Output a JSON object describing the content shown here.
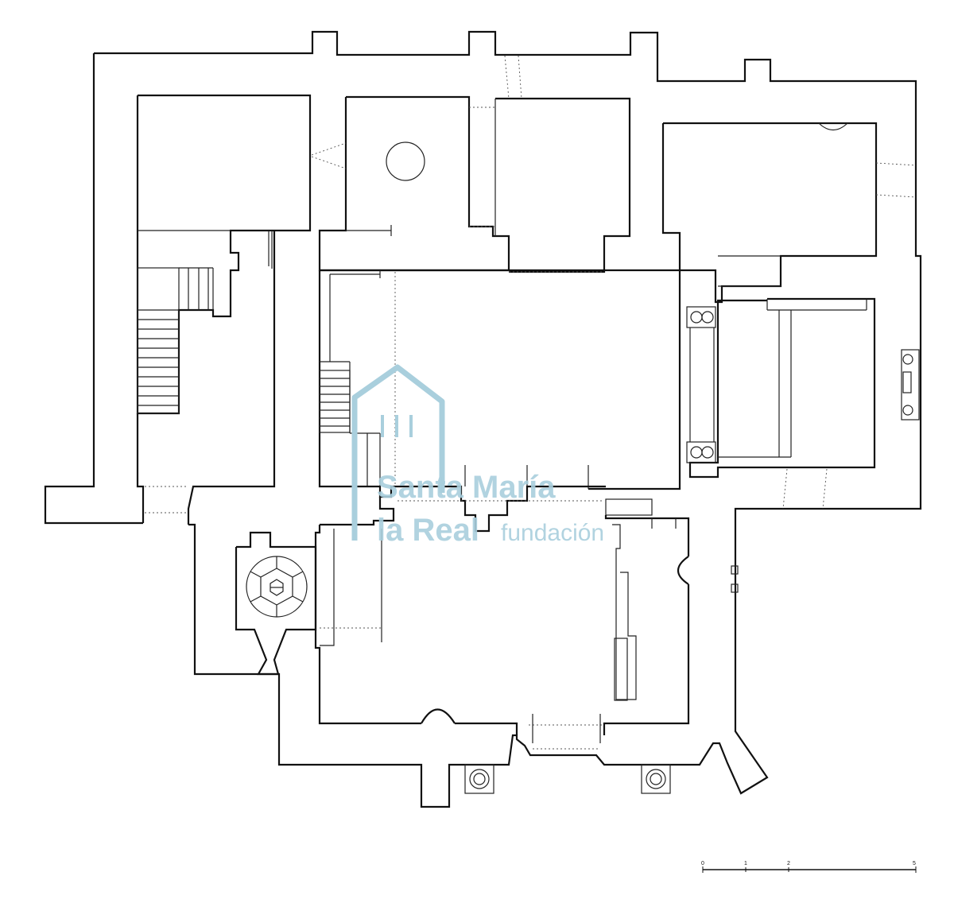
{
  "watermark": {
    "line1": "Santa María",
    "line2": "la Real",
    "line3": "fundación"
  },
  "scale_bar": {
    "labels": [
      "0",
      "1",
      "2",
      "5"
    ]
  }
}
